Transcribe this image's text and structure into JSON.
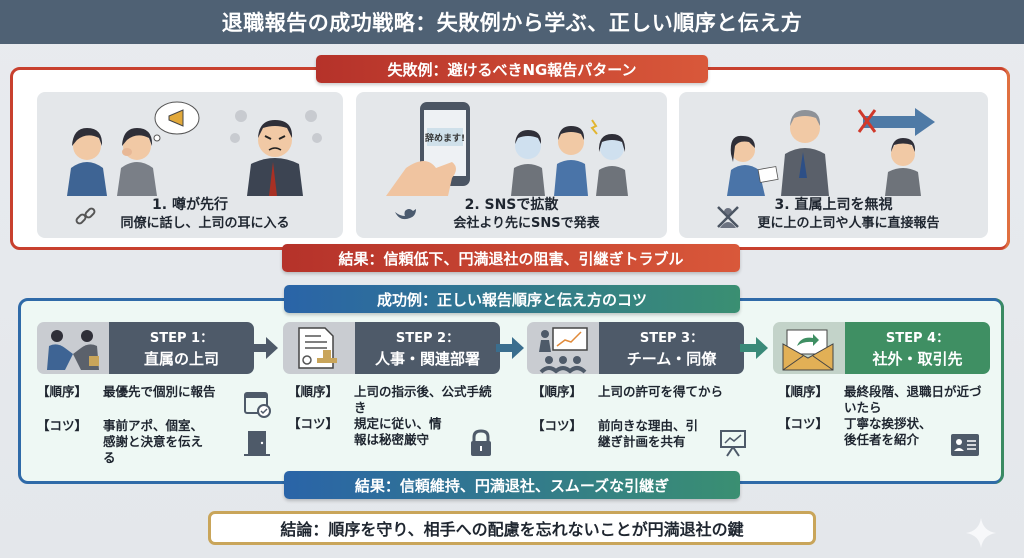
{
  "header": {
    "title": "退職報告の成功戦略：失敗例から学ぶ、正しい順序と伝え方"
  },
  "colors": {
    "header_bg": "#4f6174",
    "failure_red": "#c8402e",
    "success_blue": "#2f6aa8",
    "success_green": "#3f8f63",
    "step_dark": "#4e5a69",
    "conclusion_gold": "#c9a55a"
  },
  "failure": {
    "banner": "失敗例：避けるべきNG報告パターン",
    "cards": [
      {
        "title": "1. 噂が先行",
        "desc": "同僚に話し、上司の耳に入る",
        "icon": "broken-link-icon",
        "illustration": "gossiping-coworkers-angry-boss"
      },
      {
        "title": "2. SNSで拡散",
        "desc": "会社より先にSNSで発表",
        "icon": "bird-icon",
        "illustration": "phone-post-shocked-coworkers",
        "phone_text": "辞めます!"
      },
      {
        "title": "3. 直属上司を無視",
        "desc": "更に上の上司や人事に直接報告",
        "icon": "crossed-person-icon",
        "illustration": "bypassing-direct-manager"
      }
    ],
    "result": "結果：信頼低下、円満退社の阻害、引継ぎトラブル"
  },
  "success": {
    "banner": "成功例：正しい報告順序と伝え方のコツ",
    "steps": [
      {
        "number": "STEP 1：",
        "title": "直属の上司",
        "order_label": "【順序】",
        "order": "最優先で個別に報告",
        "tip_label": "【コツ】",
        "tip": "事前アポ、個室、感謝と決意を伝える",
        "icon": "handshake-icon",
        "order_icon": "calendar-check-icon",
        "tip_icon": "door-icon"
      },
      {
        "number": "STEP 2：",
        "title": "人事・関連部署",
        "order_label": "【順序】",
        "order": "上司の指示後、公式手続き",
        "tip_label": "【コツ】",
        "tip": "規定に従い、情報は秘密厳守",
        "icon": "document-stamp-icon",
        "tip_icon": "lock-icon"
      },
      {
        "number": "STEP 3：",
        "title": "チーム・同僚",
        "order_label": "【順序】",
        "order": "上司の許可を得てから",
        "tip_label": "【コツ】",
        "tip": "前向きな理由、引継ぎ計画を共有",
        "icon": "presentation-team-icon",
        "tip_icon": "chart-board-icon"
      },
      {
        "number": "STEP 4：",
        "title": "社外・取引先",
        "order_label": "【順序】",
        "order": "最終段階、退職日が近づいたら",
        "tip_label": "【コツ】",
        "tip": "丁寧な挨拶状、後任者を紹介",
        "icon": "envelope-forward-icon",
        "tip_icon": "id-card-icon"
      }
    ],
    "result": "結果：信頼維持、円満退社、スムーズな引継ぎ"
  },
  "conclusion": "結論：順序を守り、相手への配慮を忘れないことが円満退社の鍵"
}
